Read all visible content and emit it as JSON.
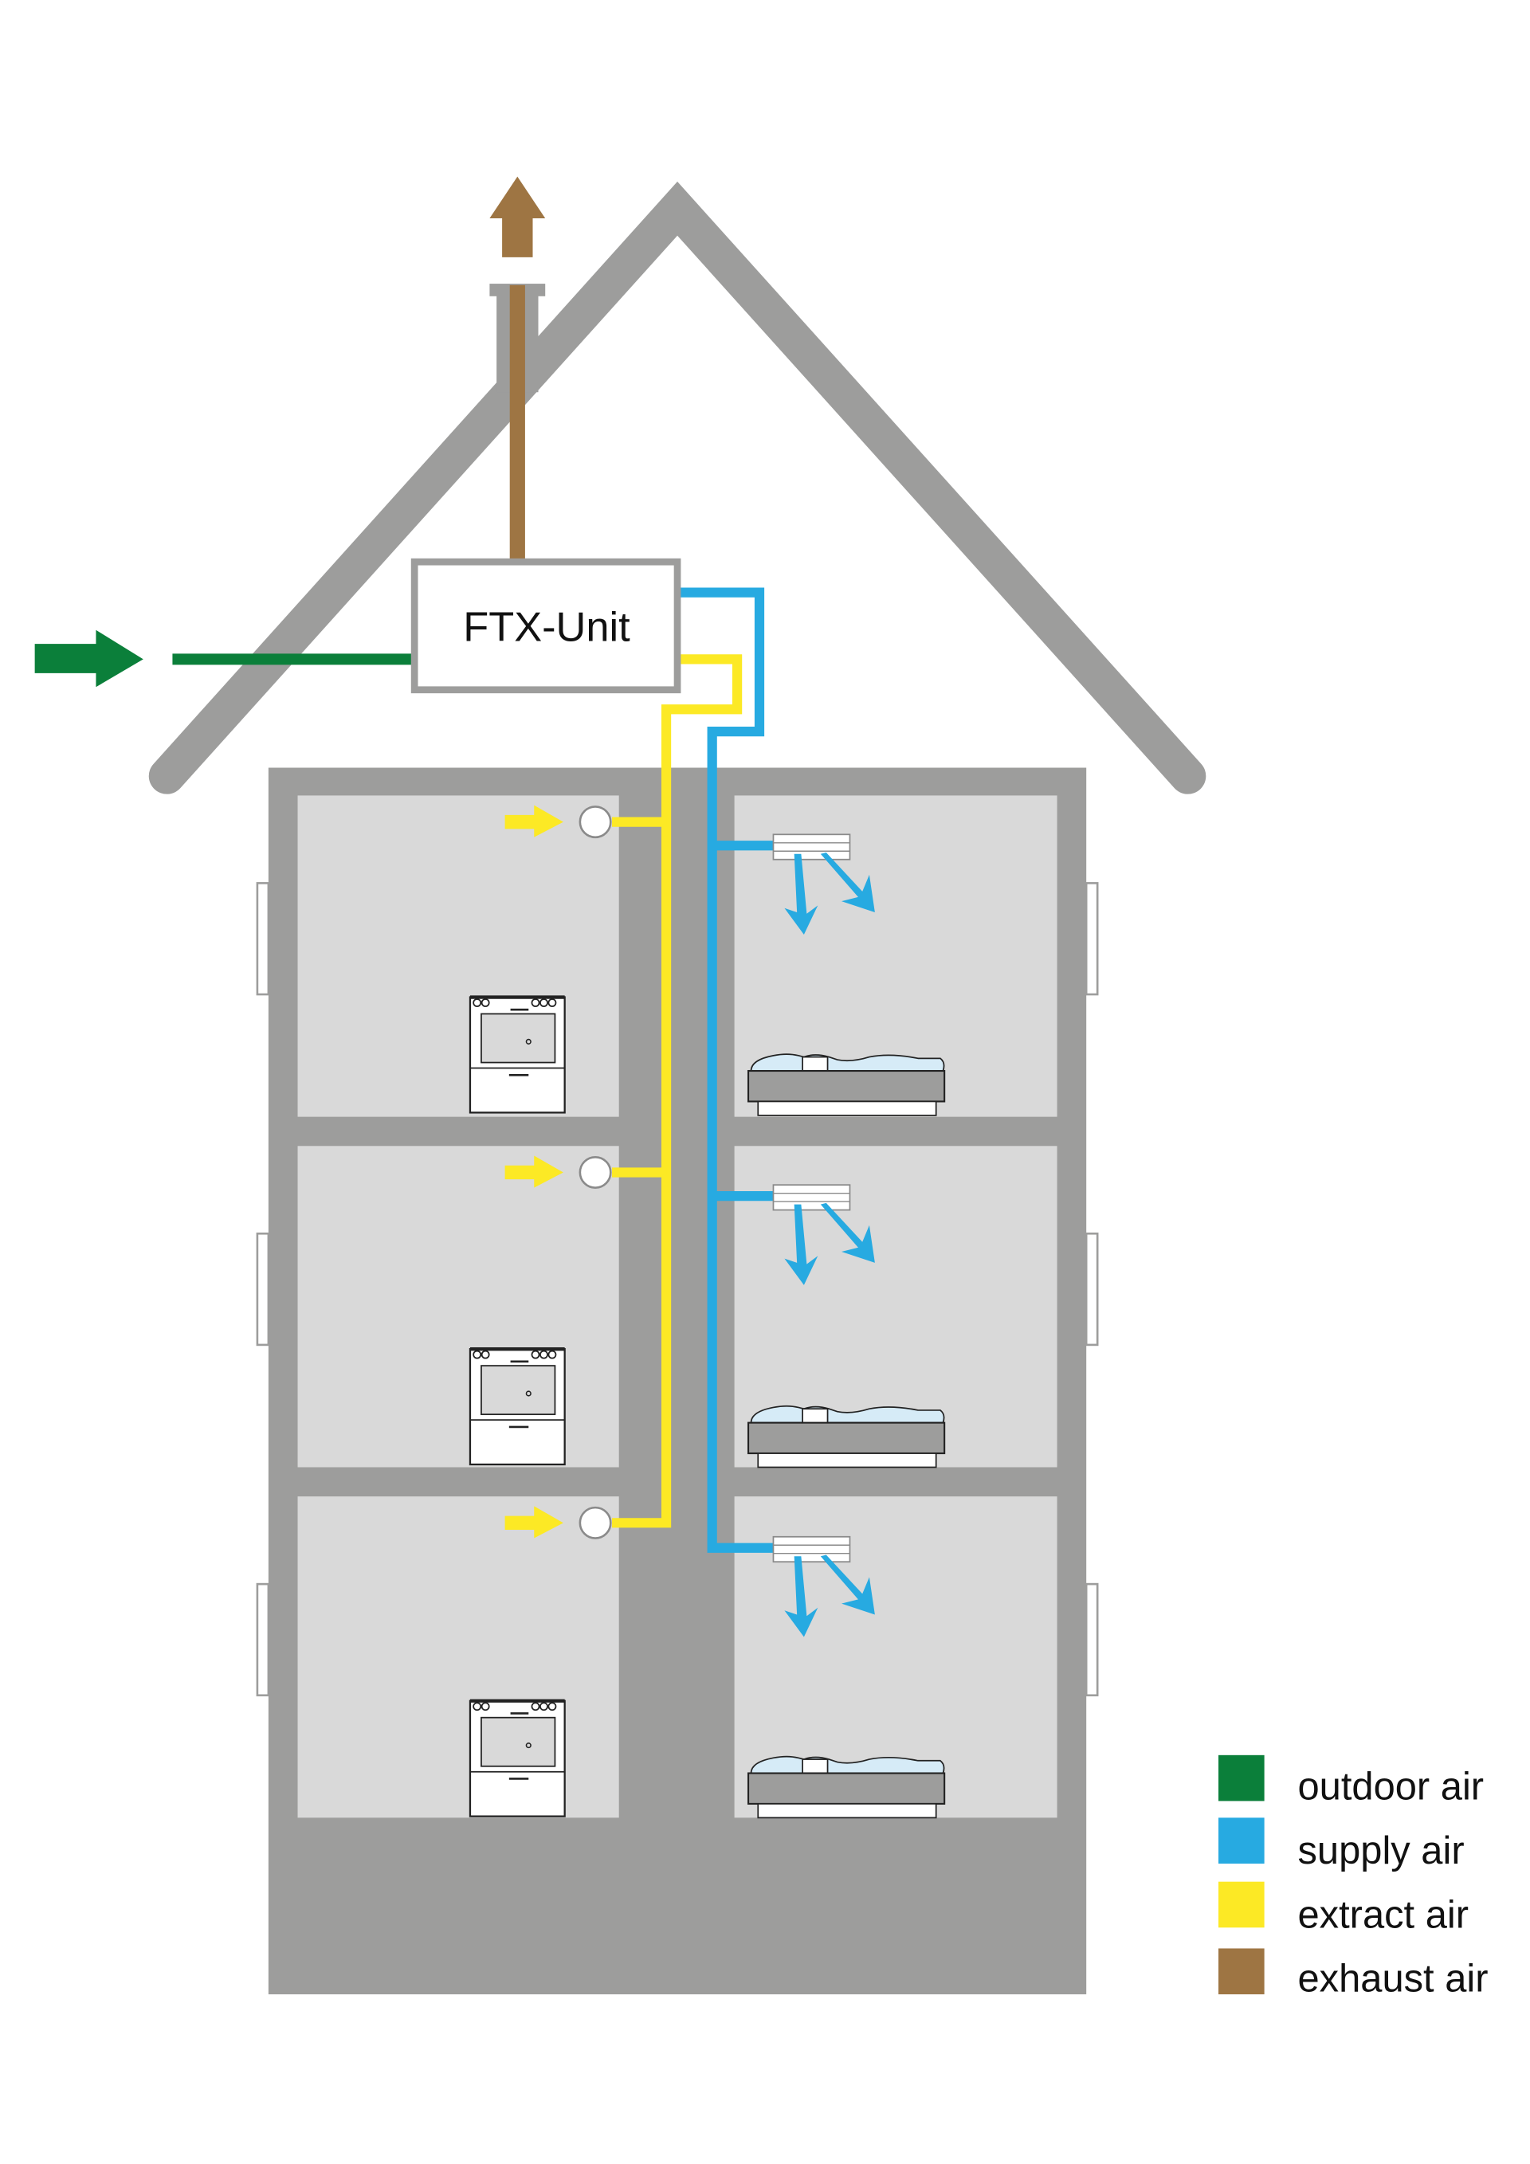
{
  "title": "FTX ventilation system with heat recovery",
  "unit": {
    "label": "FTX-Unit"
  },
  "colors": {
    "outdoor": "#0b7f3a",
    "supply": "#27aae1",
    "extract": "#fce925",
    "exhaust": "#9e7543",
    "wall": "#9d9d9c",
    "room": "#d9d9d9",
    "bedding": "#d6ebf7"
  },
  "legend": [
    {
      "key": "outdoor",
      "label": "outdoor air",
      "color": "#0b7f3a"
    },
    {
      "key": "supply",
      "label": "supply air",
      "color": "#27aae1"
    },
    {
      "key": "extract",
      "label": "extract air",
      "color": "#fce925"
    },
    {
      "key": "exhaust",
      "label": "exhaust air",
      "color": "#9e7543"
    }
  ],
  "floors": [
    {
      "level": 1,
      "left_room": "kitchen",
      "right_room": "bedroom"
    },
    {
      "level": 2,
      "left_room": "kitchen",
      "right_room": "bedroom"
    },
    {
      "level": 3,
      "left_room": "kitchen",
      "right_room": "bedroom"
    }
  ]
}
